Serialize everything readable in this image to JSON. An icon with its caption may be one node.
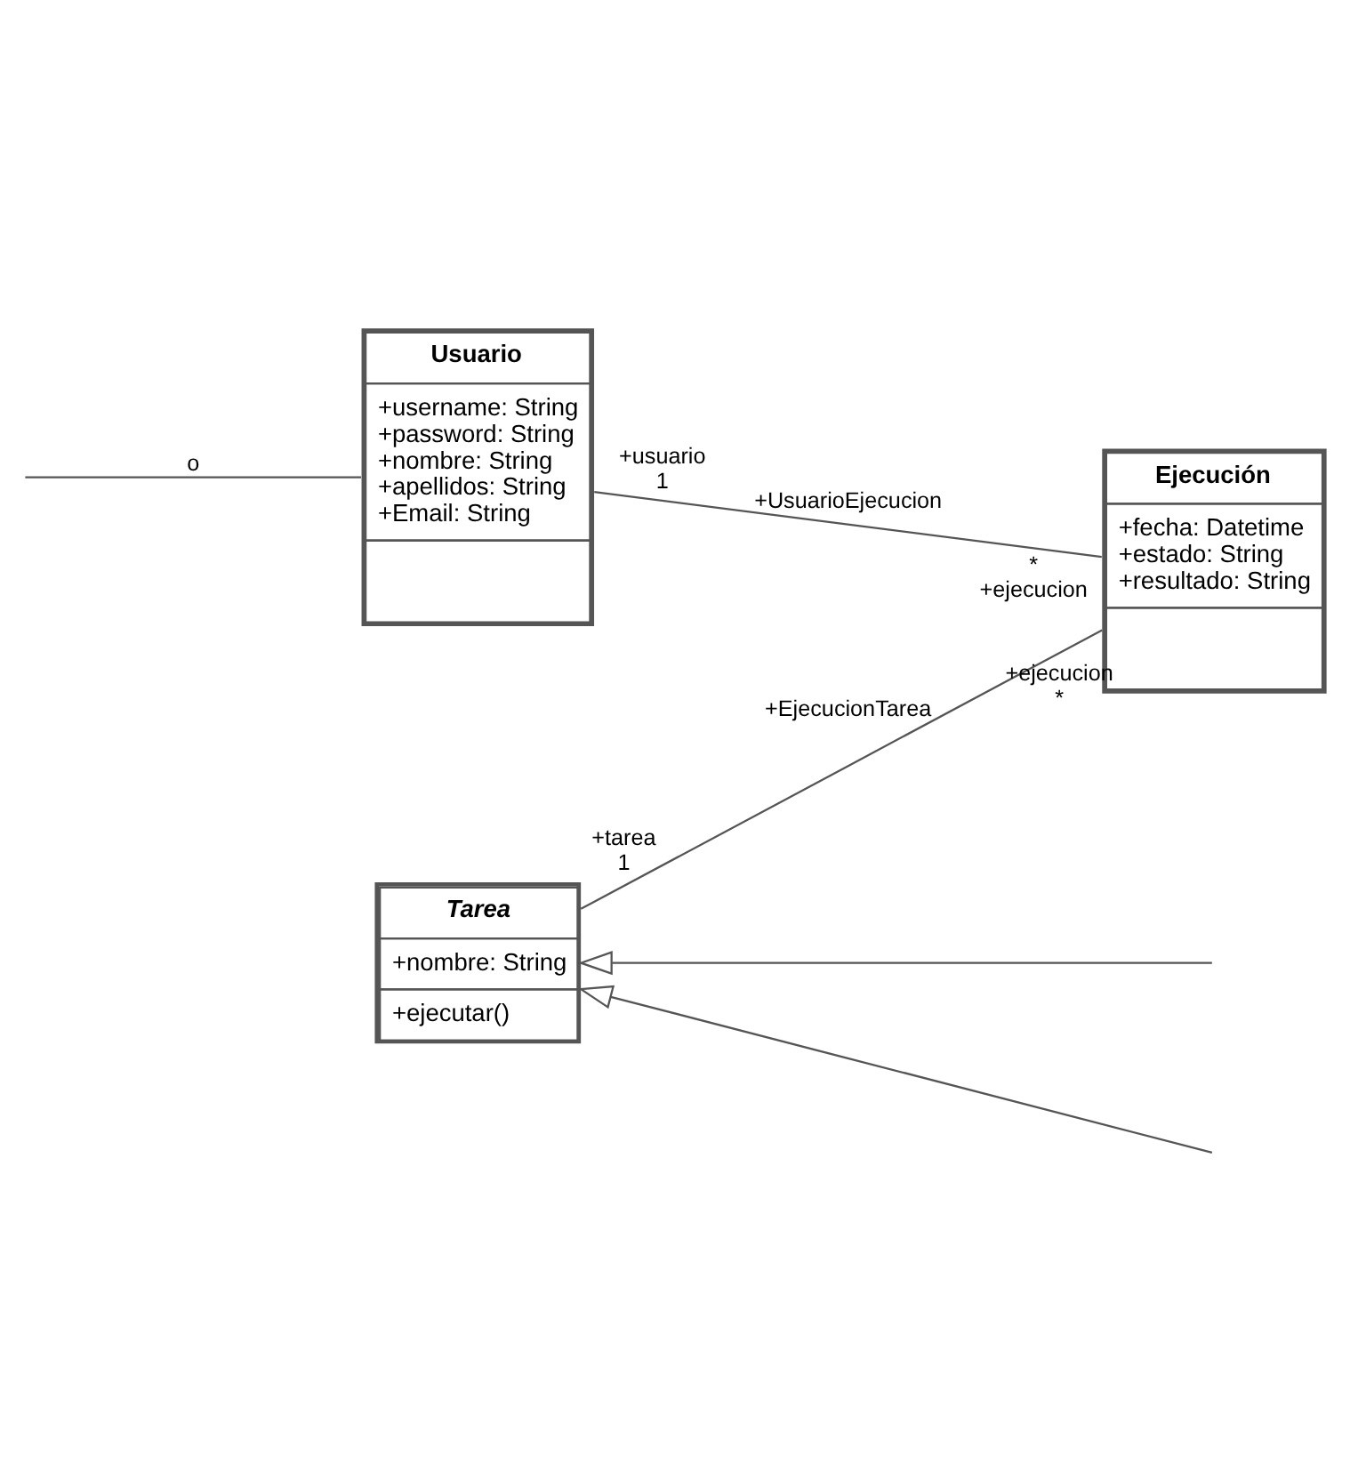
{
  "diagram": {
    "nodes": [
      {
        "text": [
          "Usuario",
          "+username: String",
          "+password: String",
          "+nombre: String",
          "+apellidos: String",
          "+Email: String"
        ]
      },
      {
        "text": [
          "Ejecución",
          "+fecha: Datetime",
          "+estado: String",
          "+resultado: String"
        ]
      },
      {
        "text": [
          "Tarea",
          "+nombre: String",
          "+ejecutar()"
        ]
      }
    ],
    "edges": [
      {
        "from": 0,
        "to": 1,
        "arrow": "none",
        "label": "+UsuarioEjecucion"
      },
      {
        "from": 2,
        "to": 1,
        "arrow": "none",
        "label": "+EjecucionTarea"
      },
      {
        "from": null,
        "to": 0,
        "arrow": "none",
        "label": "o"
      },
      {
        "from": null,
        "to": 2,
        "arrow": "to"
      },
      {
        "from": null,
        "to": 2,
        "arrow": "to"
      }
    ],
    "labels": [
      "+usuario",
      "1",
      "*",
      "+ejecucion",
      "+ejecucion",
      "*",
      "+tarea",
      "1"
    ]
  }
}
